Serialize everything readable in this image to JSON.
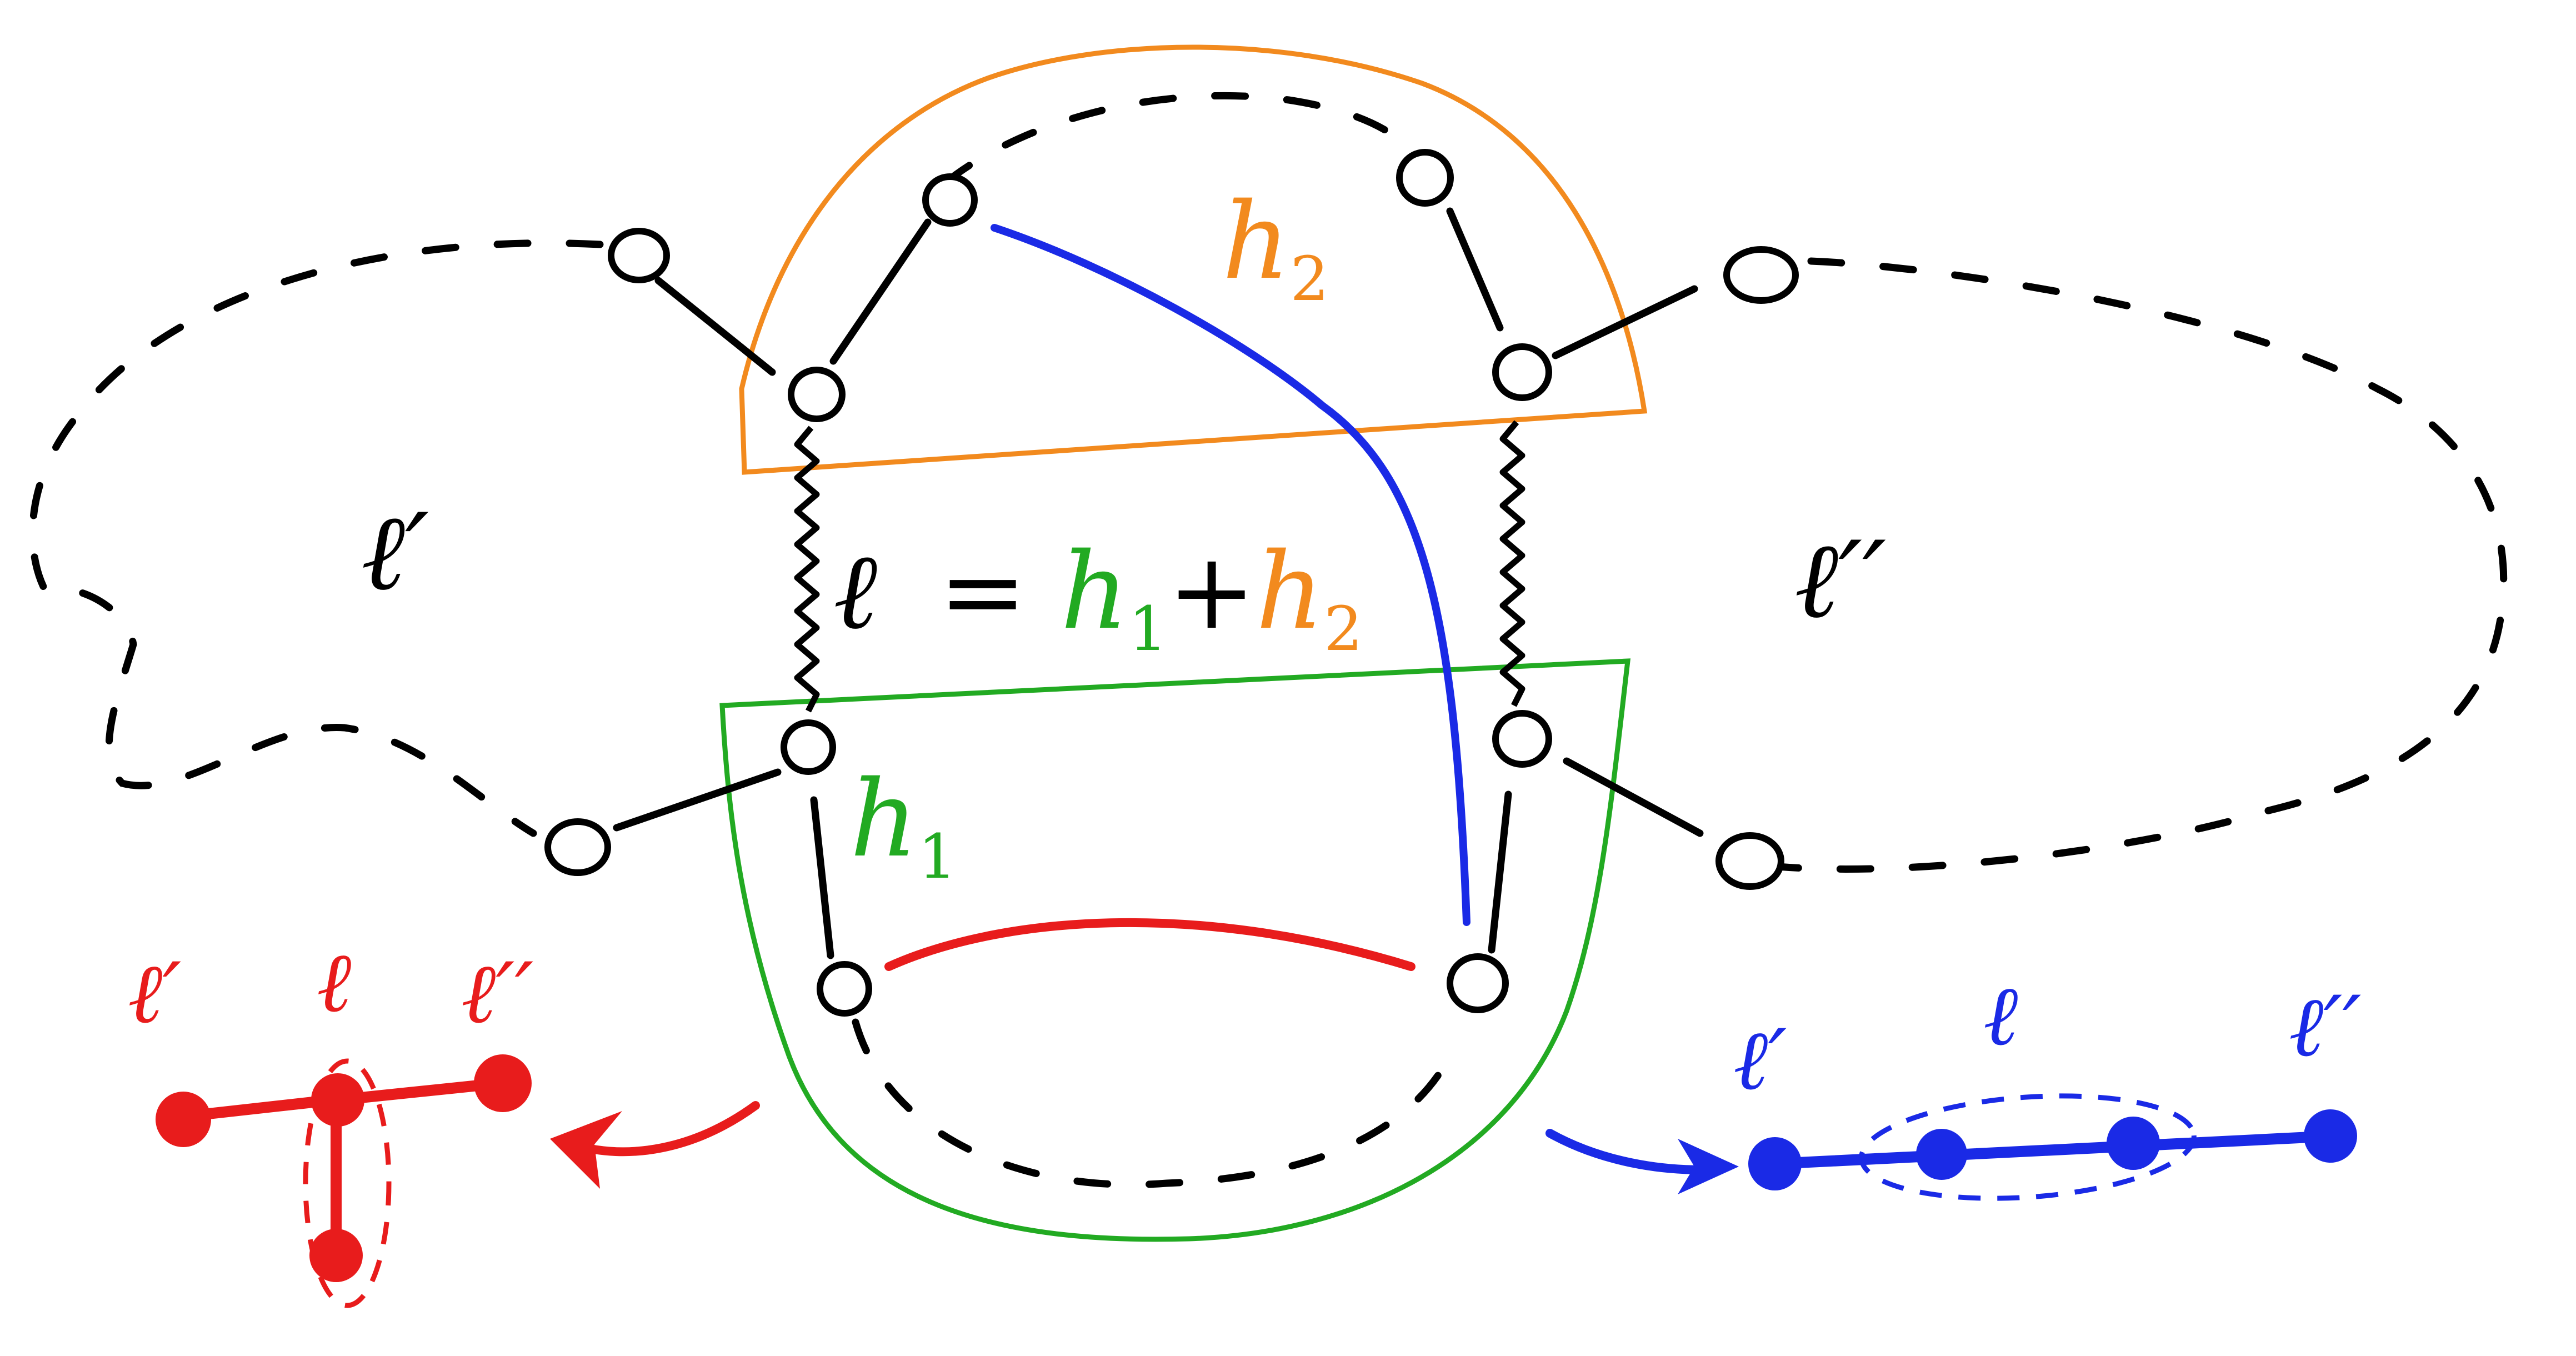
{
  "labels": {
    "l_prime": "ℓ′",
    "l_double_prime": "ℓ′′",
    "h2": "h",
    "h2_sub": "2",
    "h1": "h",
    "h1_sub": "1",
    "equation": {
      "lhs": "ℓ",
      "eq": "=",
      "h": "h",
      "sub1": "1",
      "plus": "+",
      "sub2": "2"
    }
  },
  "red_tree": {
    "labels": [
      "ℓ′",
      "ℓ",
      "ℓ′′"
    ]
  },
  "blue_chain": {
    "labels": [
      "ℓ′",
      "ℓ",
      "ℓ′′"
    ]
  },
  "colors": {
    "ink": "#000000",
    "orange": "#f28a1e",
    "green": "#22aa22",
    "blue": "#1a2ae6",
    "red": "#e81c1c"
  }
}
